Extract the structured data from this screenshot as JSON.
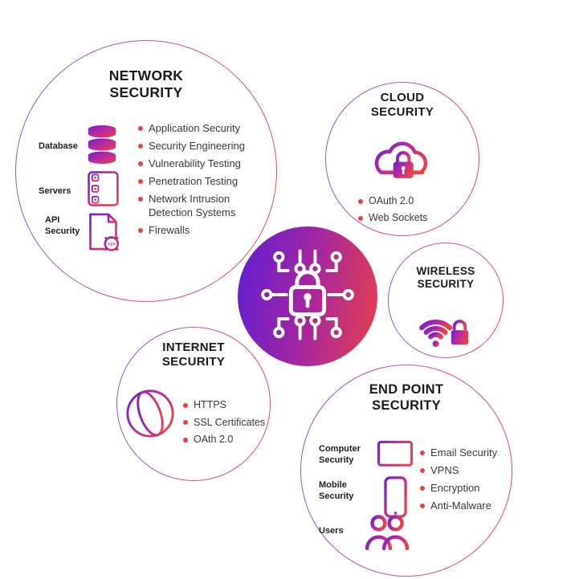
{
  "colors": {
    "accent": "#e8413f",
    "ring1": "#7b5bf0",
    "ring2": "#cf4da8",
    "ring3": "#ef4854",
    "grad_purple": "#6a1fd6",
    "grad_magenta": "#bb2a9c",
    "grad_red": "#e8414b",
    "title_text": "#1c1a1b",
    "body_text": "#3b383b"
  },
  "center": {
    "icon": "circuit-lock-icon"
  },
  "groups": {
    "network": {
      "title": "NETWORK SECURITY",
      "side_items": [
        {
          "label": "Database",
          "icon": "database-icon"
        },
        {
          "label": "Servers",
          "icon": "servers-icon"
        },
        {
          "label": "API Security",
          "icon": "api-document-gear-icon"
        }
      ],
      "bullets": [
        "Application Security",
        "Security Engineering",
        "Vulnerability Testing",
        "Penetration Testing",
        "Network Intrusion Detection Systems",
        "Firewalls"
      ]
    },
    "cloud": {
      "title": "CLOUD SECURITY",
      "icon": "cloud-lock-icon",
      "bullets": [
        "OAuth 2.0",
        "Web Sockets"
      ]
    },
    "wireless": {
      "title": "WIRELESS SECURITY",
      "icon": "wifi-lock-icon",
      "bullets": []
    },
    "internet": {
      "title": "INTERNET SECURITY",
      "icon": "globe-icon",
      "bullets": [
        "HTTPS",
        "SSL Certificates",
        "OAth 2.0"
      ]
    },
    "endpoint": {
      "title": "END POINT SECURITY",
      "side_items": [
        {
          "label": "Computer Security",
          "icon": "laptop-icon"
        },
        {
          "label": "Mobile Security",
          "icon": "smartphone-icon"
        },
        {
          "label": "Users",
          "icon": "users-icon"
        }
      ],
      "bullets": [
        "Email Security",
        "VPNS",
        "Encryption",
        "Anti-Malware"
      ]
    }
  }
}
